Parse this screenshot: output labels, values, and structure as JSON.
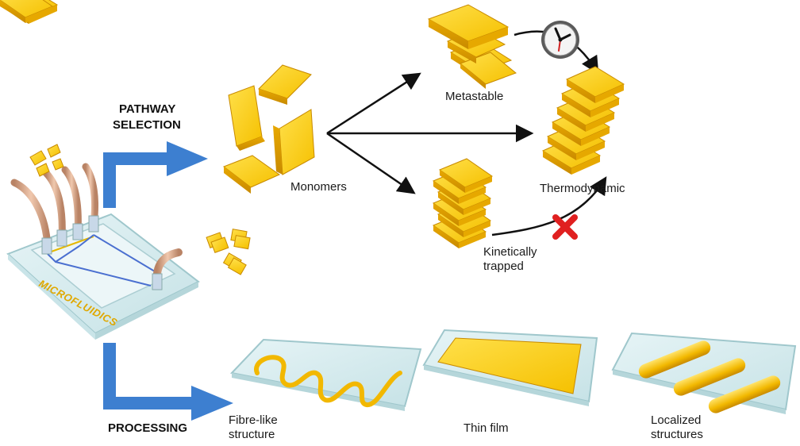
{
  "labels": {
    "pathway": "PATHWAY",
    "selection": "SELECTION",
    "processing": "PROCESSING",
    "monomers": "Monomers",
    "metastable": "Metastable",
    "thermodynamic": "Thermodynamic",
    "kinetically": "Kinetically",
    "trapped": "trapped",
    "fibre_line1": "Fibre-like",
    "fibre_line2": "structure",
    "thin_film": "Thin film",
    "localized_line1": "Localized",
    "localized_line2": "structures",
    "chip": "MICROFLUIDICS"
  },
  "colors": {
    "gold_top": "#ffd21a",
    "gold_side": "#e0a000",
    "glass": "#d6ecef",
    "glass_edge": "#9fc7cc",
    "blue_arrow": "#3d7fd0",
    "tube": "#d9a789",
    "red_cross": "#e02020"
  },
  "icons": [
    "clock-icon",
    "red-cross-icon"
  ]
}
